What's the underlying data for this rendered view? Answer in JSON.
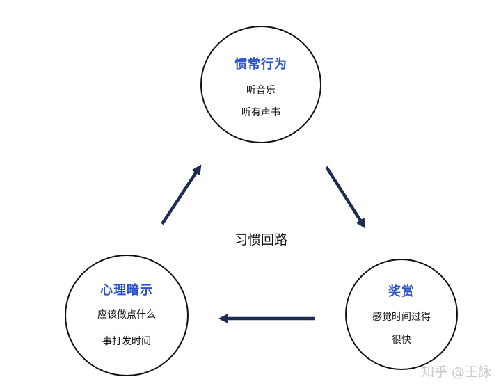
{
  "center_label": "习惯回路",
  "nodes": {
    "habit": {
      "title": "惯常行为",
      "lines": [
        "听音乐",
        "听有声书"
      ]
    },
    "cue": {
      "title": "心理暗示",
      "lines": [
        "应该做点什么",
        "事打发时间"
      ]
    },
    "reward": {
      "title": "奖赏",
      "lines": [
        "感觉时间过得",
        "很快"
      ]
    }
  },
  "watermark": "知乎 @王詠",
  "colors": {
    "title_blue": "#2b52c8",
    "arrow_fill": "#1f2c4f",
    "circle_stroke": "#111111"
  }
}
